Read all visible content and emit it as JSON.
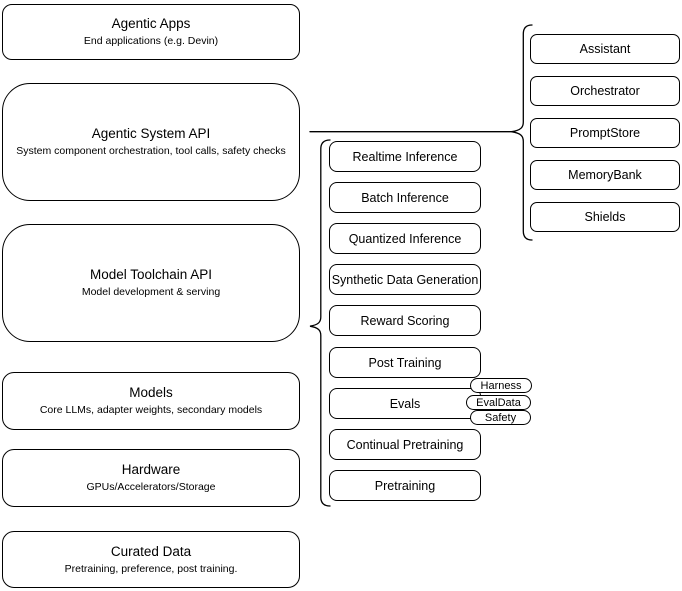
{
  "canvas": {
    "background": "#ffffff",
    "line_color": "#000000",
    "text_color": "#000000"
  },
  "stack": {
    "boxes": [
      {
        "id": "agentic-apps",
        "title": "Agentic Apps",
        "subtitle": "End applications (e.g. Devin)"
      },
      {
        "id": "agentic-system-api",
        "title": "Agentic System API",
        "subtitle": "System component orchestration, tool calls, safety checks"
      },
      {
        "id": "model-toolchain-api",
        "title": "Model Toolchain API",
        "subtitle": "Model development & serving"
      },
      {
        "id": "models",
        "title": "Models",
        "subtitle": "Core LLMs, adapter weights, secondary models"
      },
      {
        "id": "hardware",
        "title": "Hardware",
        "subtitle": "GPUs/Accelerators/Storage"
      },
      {
        "id": "curated-data",
        "title": "Curated Data",
        "subtitle": "Pretraining, preference, post training."
      }
    ]
  },
  "toolchain_services": {
    "items": [
      {
        "label": "Realtime Inference"
      },
      {
        "label": "Batch Inference"
      },
      {
        "label": "Quantized Inference"
      },
      {
        "label": "Synthetic Data Generation"
      },
      {
        "label": "Reward Scoring"
      },
      {
        "label": "Post Training"
      },
      {
        "label": "Evals"
      },
      {
        "label": "Continual Pretraining"
      },
      {
        "label": "Pretraining"
      }
    ],
    "evals_tags": [
      {
        "label": "Harness"
      },
      {
        "label": "EvalData"
      },
      {
        "label": "Safety"
      }
    ]
  },
  "system_components": {
    "items": [
      {
        "label": "Assistant"
      },
      {
        "label": "Orchestrator"
      },
      {
        "label": "PromptStore"
      },
      {
        "label": "MemoryBank"
      },
      {
        "label": "Shields"
      }
    ]
  }
}
